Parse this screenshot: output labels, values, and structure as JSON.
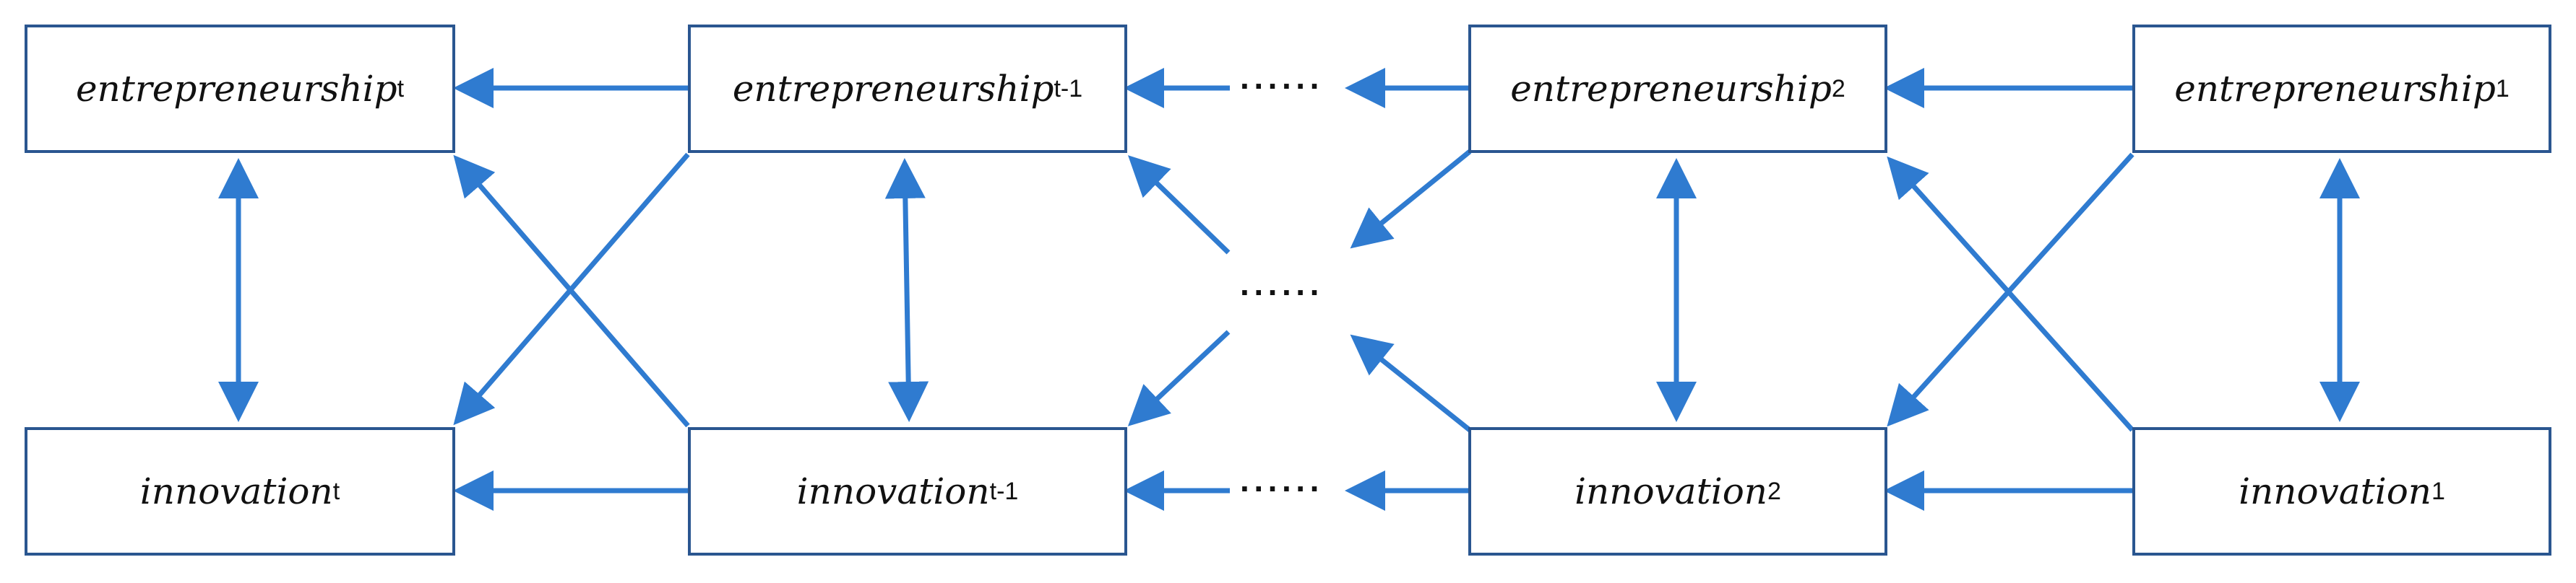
{
  "nodes": {
    "ent_t": {
      "name": "entrepreneurship",
      "sub": "t"
    },
    "ent_t1": {
      "name": "entrepreneurship",
      "sub": "t-1"
    },
    "ent_2": {
      "name": "entrepreneurship",
      "sub": "2"
    },
    "ent_1": {
      "name": "entrepreneurship",
      "sub": "1"
    },
    "inn_t": {
      "name": "innovation",
      "sub": "t"
    },
    "inn_t1": {
      "name": "innovation",
      "sub": "t-1"
    },
    "inn_2": {
      "name": "innovation",
      "sub": "2"
    },
    "inn_1": {
      "name": "innovation",
      "sub": "1"
    }
  },
  "ellipsis": "······",
  "colors": {
    "box_border": "#2a5690",
    "arrow": "#2f7bd0"
  }
}
